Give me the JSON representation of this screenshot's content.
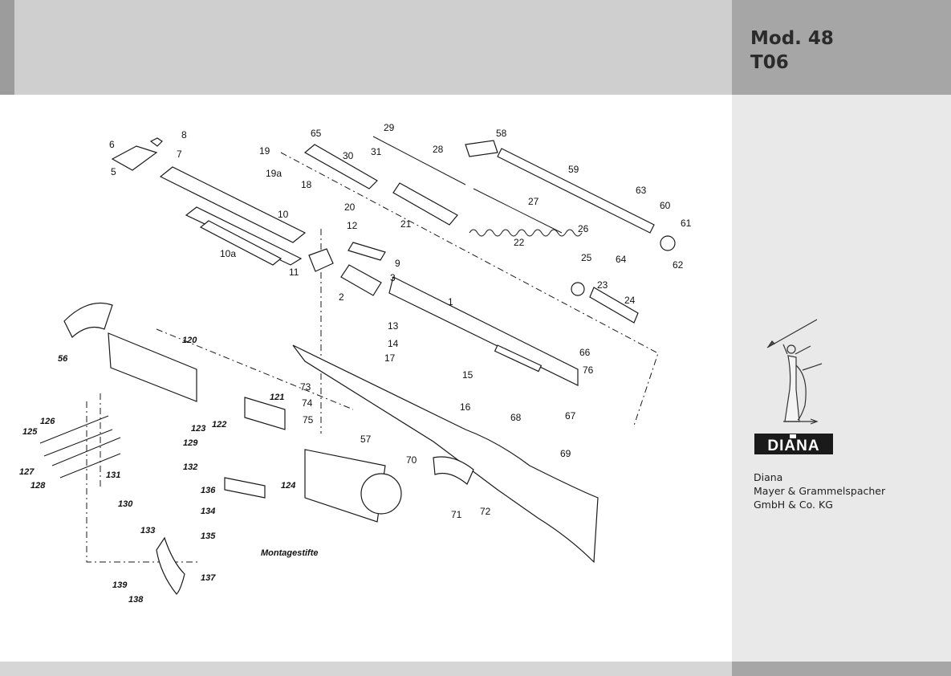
{
  "header": {
    "model": "Mod. 48",
    "code": "T06"
  },
  "company": {
    "line1": "Diana",
    "line2": "Mayer & Grammelspacher",
    "line3": "GmbH & Co. KG",
    "brand": "DIANA"
  },
  "diagram": {
    "labels": [
      "1",
      "2",
      "3",
      "5",
      "6",
      "7",
      "8",
      "9",
      "10",
      "10a",
      "11",
      "12",
      "13",
      "14",
      "15",
      "16",
      "17",
      "18",
      "19",
      "19a",
      "20",
      "21",
      "22",
      "23",
      "24",
      "25",
      "26",
      "27",
      "28",
      "29",
      "30",
      "31",
      "56",
      "57",
      "58",
      "59",
      "60",
      "61",
      "62",
      "63",
      "64",
      "65",
      "66",
      "67",
      "68",
      "69",
      "70",
      "71",
      "72",
      "73",
      "74",
      "75",
      "76",
      "120",
      "121",
      "122",
      "123",
      "124",
      "125",
      "126",
      "127",
      "128",
      "129",
      "130",
      "131",
      "132",
      "133",
      "134",
      "135",
      "136",
      "137",
      "138",
      "139"
    ],
    "montage_label": "Montagestifte"
  },
  "colors": {
    "header_band": "#cfcfcf",
    "header_right": "#a6a6a6",
    "panel": "#e9e9e9"
  }
}
